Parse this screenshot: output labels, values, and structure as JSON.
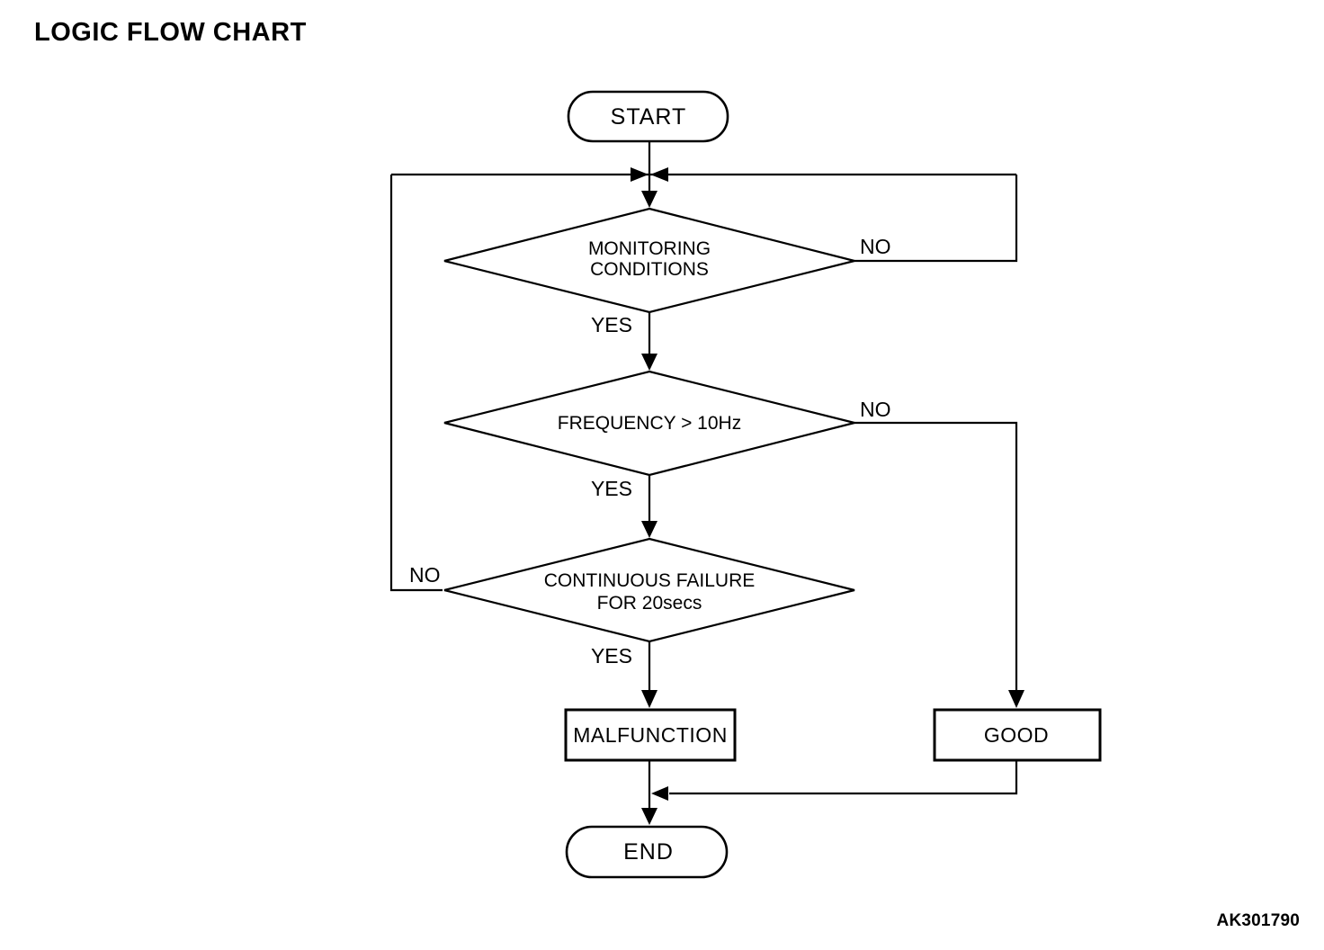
{
  "title": "LOGIC FLOW CHART",
  "figure_code": "AK301790",
  "colors": {
    "line": "#000000",
    "background": "#ffffff",
    "text": "#000000"
  },
  "flowchart": {
    "nodes": {
      "start": {
        "type": "terminator",
        "label": "START"
      },
      "monitoring_conditions": {
        "type": "decision",
        "label_line1": "MONITORING",
        "label_line2": "CONDITIONS"
      },
      "frequency": {
        "type": "decision",
        "label": "FREQUENCY > 10Hz"
      },
      "continuous_failure": {
        "type": "decision",
        "label_line1": "CONTINUOUS FAILURE",
        "label_line2": "FOR 20secs"
      },
      "malfunction": {
        "type": "process",
        "label": "MALFUNCTION"
      },
      "good": {
        "type": "process",
        "label": "GOOD"
      },
      "end": {
        "type": "terminator",
        "label": "END"
      }
    },
    "edge_labels": {
      "monitoring_yes": "YES",
      "monitoring_no": "NO",
      "frequency_yes": "YES",
      "frequency_no": "NO",
      "continuous_yes": "YES",
      "continuous_no": "NO"
    }
  }
}
